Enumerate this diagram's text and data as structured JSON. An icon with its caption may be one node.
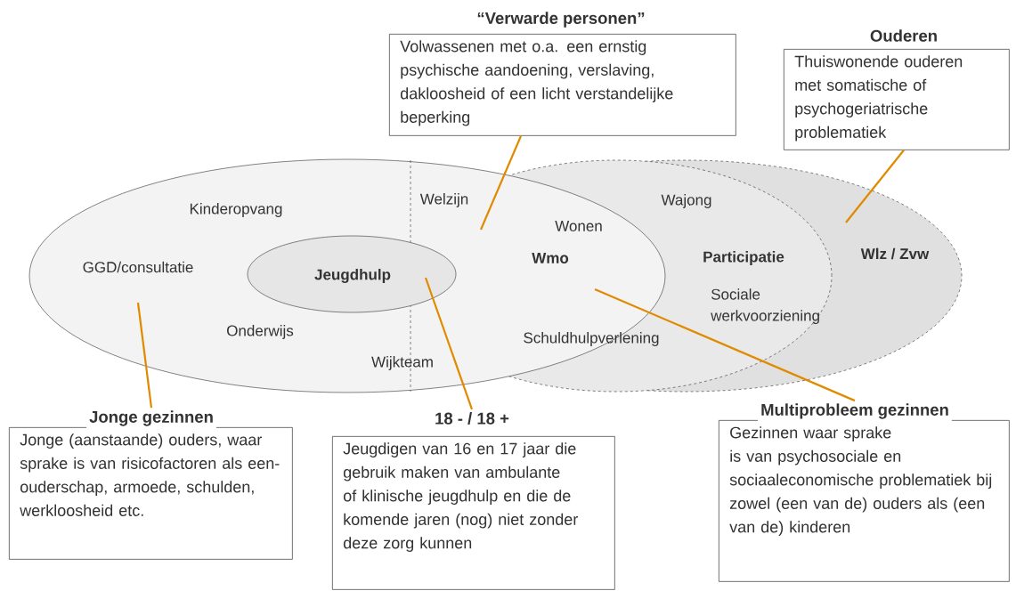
{
  "diagram": {
    "nodes": [
      {
        "text": [
          "Wlz / Zvw"
        ]
      },
      {
        "text": [
          "Wajong",
          "Participatie",
          "Sociale werkvoorziening"
        ],
        "in": 0
      },
      {
        "text": [
          "Kinderopvang",
          "GGD/consultatie",
          "Onderwijs",
          "Wijkteam",
          "Welzijn"
        ]
      },
      {
        "text": [
          "Jeugdhulp"
        ],
        "in": 2
      },
      {
        "text": [
          "“Verwarde personen”",
          "Volwassenen met o.a. een ernstig psychische aandoening, verslaving, dakloosheid of een licht verstandelijke beperking"
        ]
      },
      {
        "text": [
          "Ouderen",
          "Thuiswonende ouderen met somatische of psychogeriatrische problematiek"
        ]
      },
      {
        "text": [
          "Jonge gezinnen",
          "Jonge (aanstaande) ouders, waar sprake is van risicofactoren als een-ouderschap, armoede, schulden, werkloosheid etc."
        ]
      },
      {
        "text": [
          "18 - / 18 +",
          "Jeugdigen van 16 en 17 jaar die gebruik maken van ambulante of klinische jeugdhulp en die de komende jaren (nog) niet zonder deze zorg kunnen"
        ]
      },
      {
        "text": [
          "Multiprobleem gezinnen",
          "Gezinnen waar sprake is van psychosociale en sociaaleconomische problematiek bij zowel (een van de) ouders als (een van de) kinderen"
        ]
      }
    ],
    "edges": [
      {
        "from": 4,
        "to": 2,
        "arrow": "none"
      },
      {
        "from": 5,
        "to": 0,
        "arrow": "none"
      },
      {
        "from": 6,
        "to": 2,
        "arrow": "none"
      },
      {
        "from": 7,
        "to": 3,
        "arrow": "none"
      },
      {
        "from": 8,
        "to": 2,
        "arrow": "none"
      }
    ],
    "labels": [
      "Wonen",
      "Wmo",
      "Schuldhulpverlening"
    ]
  }
}
